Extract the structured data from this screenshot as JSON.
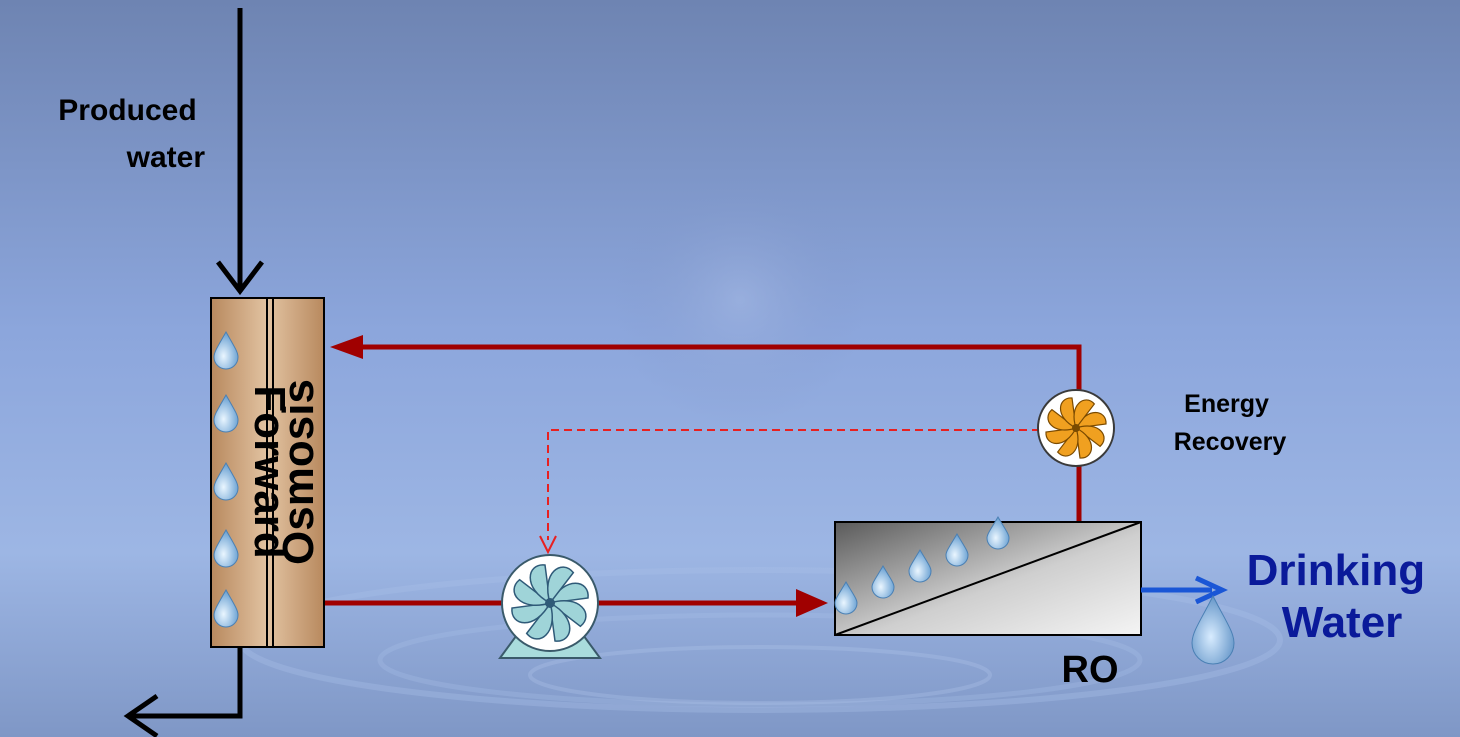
{
  "labels": {
    "produced_water": [
      "Produced",
      "water"
    ],
    "forward_osmosis": [
      "Forward",
      "Osmosis"
    ],
    "energy_recovery": [
      "Energy",
      "Recovery"
    ],
    "ro": "RO",
    "drinking_water": [
      "Drinking",
      "Water"
    ]
  },
  "colors": {
    "background_light": "#8fa9e0",
    "background_dark": "#6f86b8",
    "recirculation_line": "#a00000",
    "dashed_control_line": "#e82020",
    "feed_and_reject_line": "#000000",
    "product_arrow": "#1a56d6",
    "drinking_water_text": "#0a1a9a",
    "fo_module": "#c9a27c",
    "energy_recovery_rotor": "#f0a020",
    "pump_rotor": "#9fd4d8"
  },
  "icons": [
    "water-drop-icon",
    "pump-icon",
    "energy-recovery-turbine-icon"
  ]
}
